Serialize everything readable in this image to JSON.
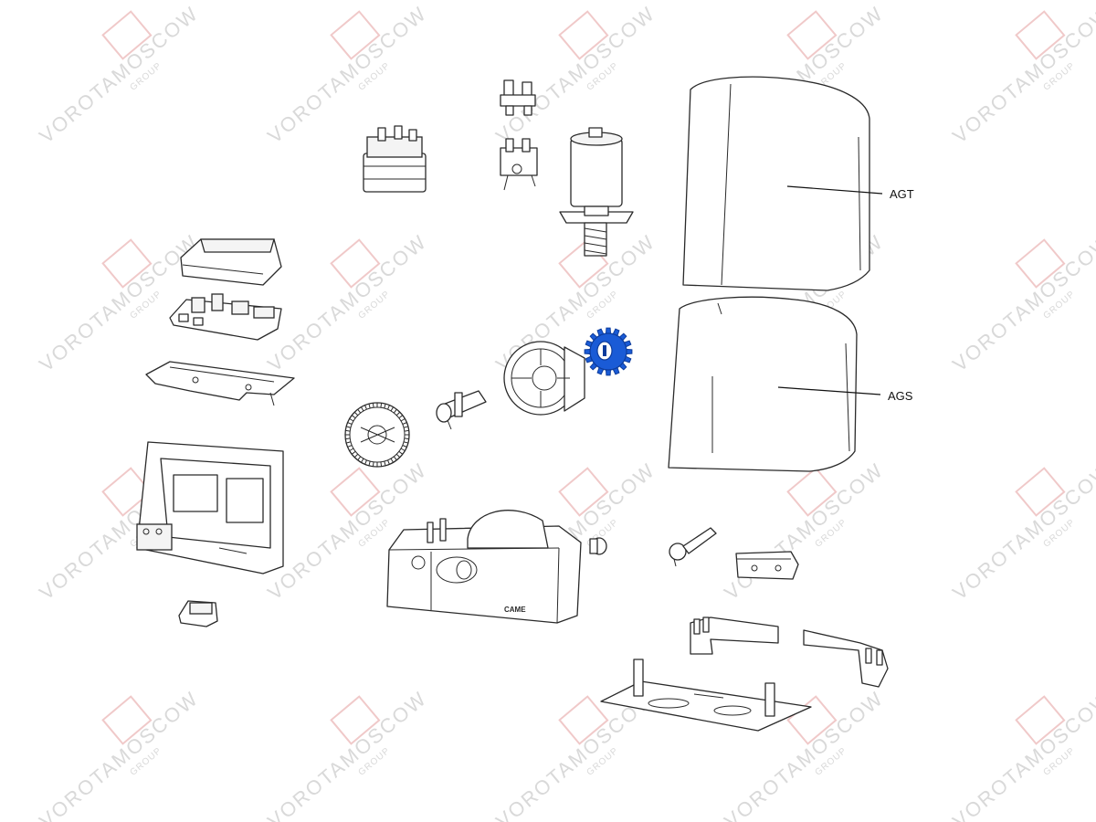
{
  "watermark": {
    "text": "VOROTAMOSCOW",
    "subtext": "GROUP"
  },
  "callouts": [
    {
      "id": "agt",
      "label": "AGT"
    },
    {
      "id": "ags",
      "label": "AGS"
    }
  ],
  "brand_mark": "CAME",
  "colors": {
    "highlight": "#1a5bd6",
    "line": "#2a2a2a",
    "watermark": "#d9d9d9",
    "watermark_logo": "#f0c9c9"
  },
  "highlighted_part": "pinion-gear"
}
